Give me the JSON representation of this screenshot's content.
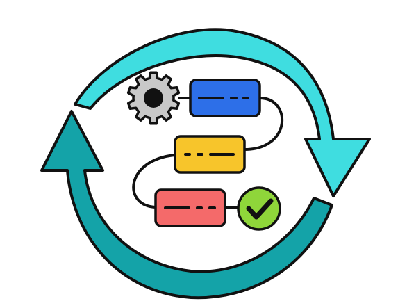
{
  "illustration": {
    "colors": {
      "cycle_arrow_top": "#3fdde0",
      "cycle_arrow_bottom": "#14a3a8",
      "outline": "#111111",
      "gear": "#c8c8c8",
      "gear_hub": "#111111",
      "connector": "#111111",
      "check_circle": "#8fd63a",
      "check_mark": "#111111"
    },
    "icons": {
      "gear": "gear-icon",
      "check": "check-mark-icon",
      "cycle": "cycle-arrows-icon"
    },
    "steps": [
      {
        "color": "#2d6fe8",
        "dash_pattern": "long-dot-dot"
      },
      {
        "color": "#f7c52b",
        "dash_pattern": "dot-long-dot"
      },
      {
        "color": "#f46a6a",
        "dash_pattern": "long-dot-dot"
      }
    ]
  }
}
